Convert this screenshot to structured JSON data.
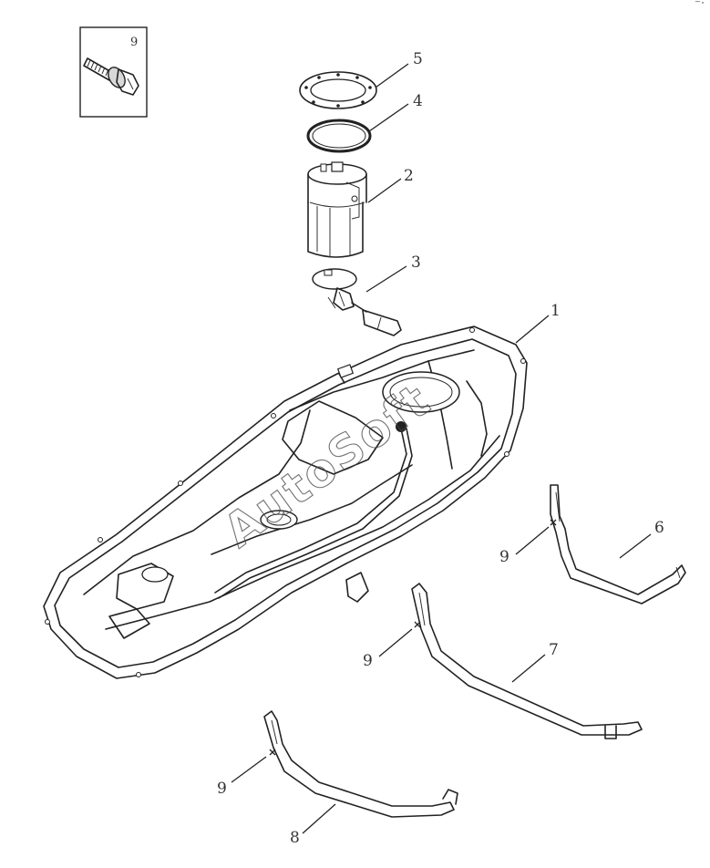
{
  "diagram": {
    "inset": {
      "label": "9",
      "icon": "bolt-icon"
    },
    "callouts": {
      "tank": "1",
      "pump_module": "2",
      "level_sender": "3",
      "seal_ring": "4",
      "lock_ring": "5",
      "strap_right": "6",
      "strap_middle": "7",
      "strap_left": "8",
      "bolt_strap_6": "9",
      "bolt_strap_7": "9",
      "bolt_strap_8": "9"
    },
    "watermark": "AutoSoft",
    "corner_mark": "⁻ˑ"
  }
}
